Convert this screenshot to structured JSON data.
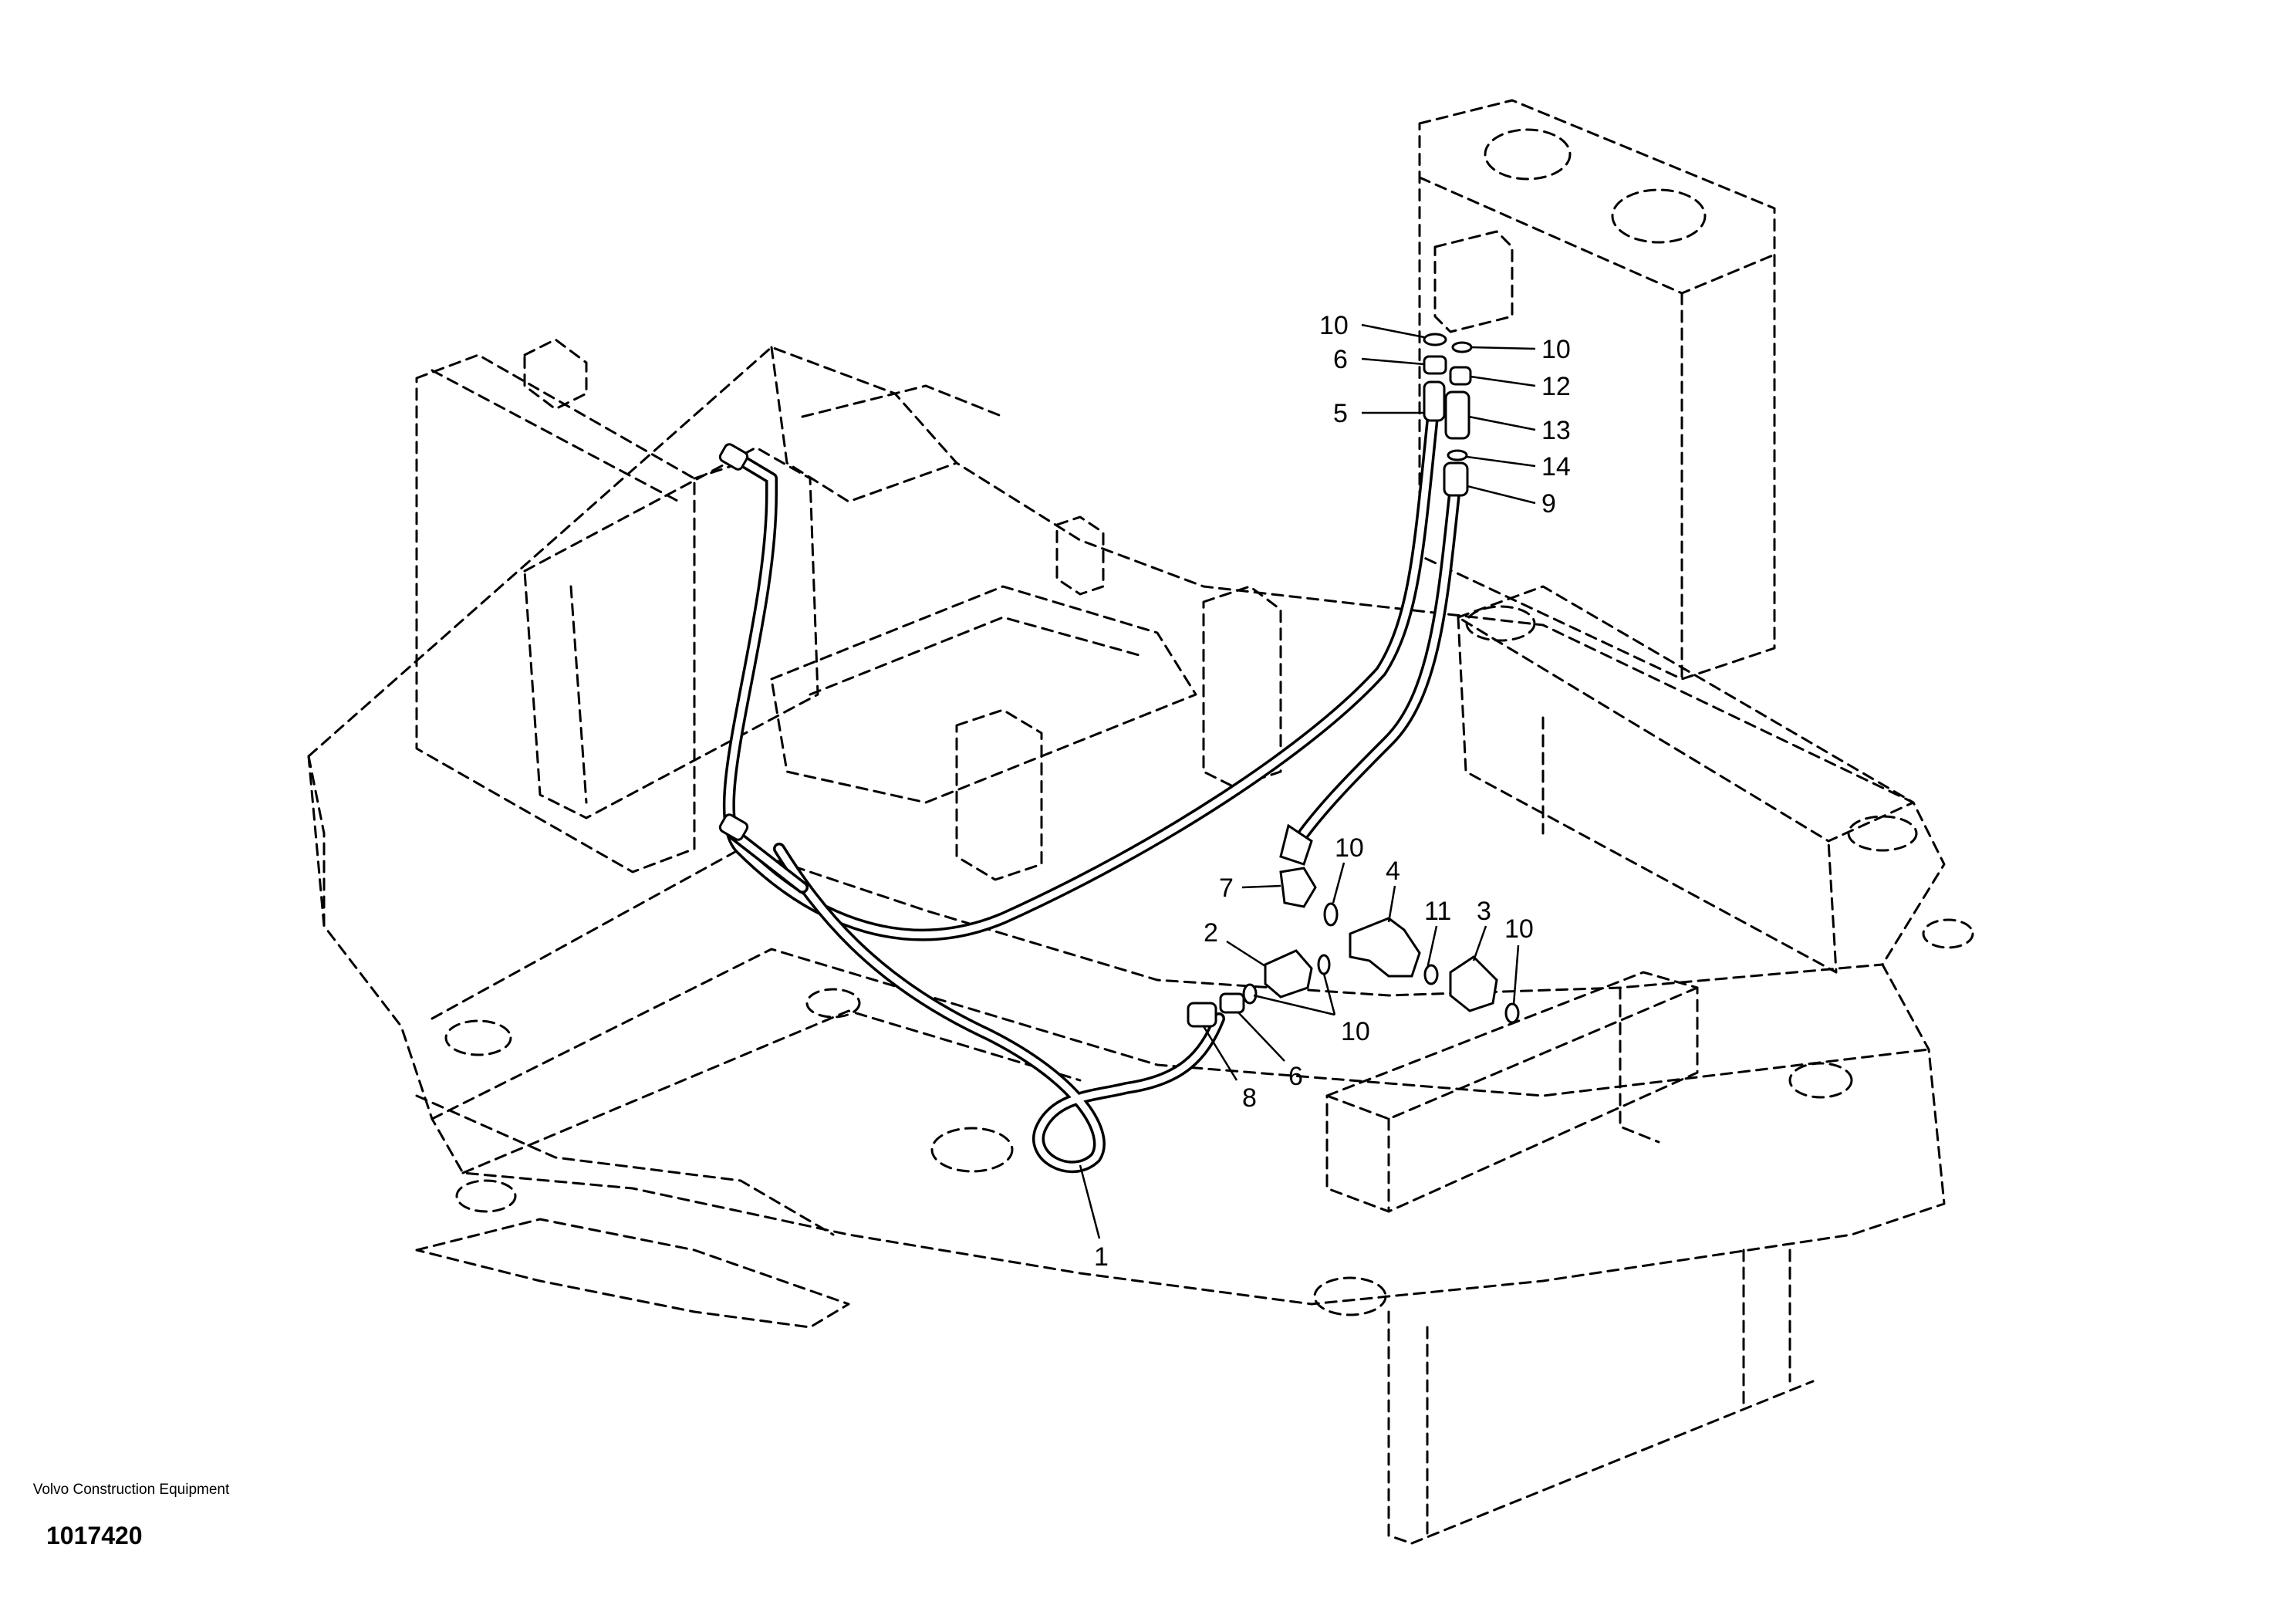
{
  "callouts": [
    {
      "id": "10a",
      "text": "10"
    },
    {
      "id": "6a",
      "text": "6"
    },
    {
      "id": "5",
      "text": "5"
    },
    {
      "id": "10b",
      "text": "10"
    },
    {
      "id": "12",
      "text": "12"
    },
    {
      "id": "13",
      "text": "13"
    },
    {
      "id": "14",
      "text": "14"
    },
    {
      "id": "9",
      "text": "9"
    },
    {
      "id": "7",
      "text": "7"
    },
    {
      "id": "10c",
      "text": "10"
    },
    {
      "id": "4",
      "text": "4"
    },
    {
      "id": "11",
      "text": "11"
    },
    {
      "id": "3",
      "text": "3"
    },
    {
      "id": "10d",
      "text": "10"
    },
    {
      "id": "2",
      "text": "2"
    },
    {
      "id": "10e",
      "text": "10"
    },
    {
      "id": "6b",
      "text": "6"
    },
    {
      "id": "8",
      "text": "8"
    },
    {
      "id": "1",
      "text": "1"
    }
  ],
  "footer": {
    "company": "Volvo Construction Equipment",
    "drawing_number": "1017420"
  }
}
